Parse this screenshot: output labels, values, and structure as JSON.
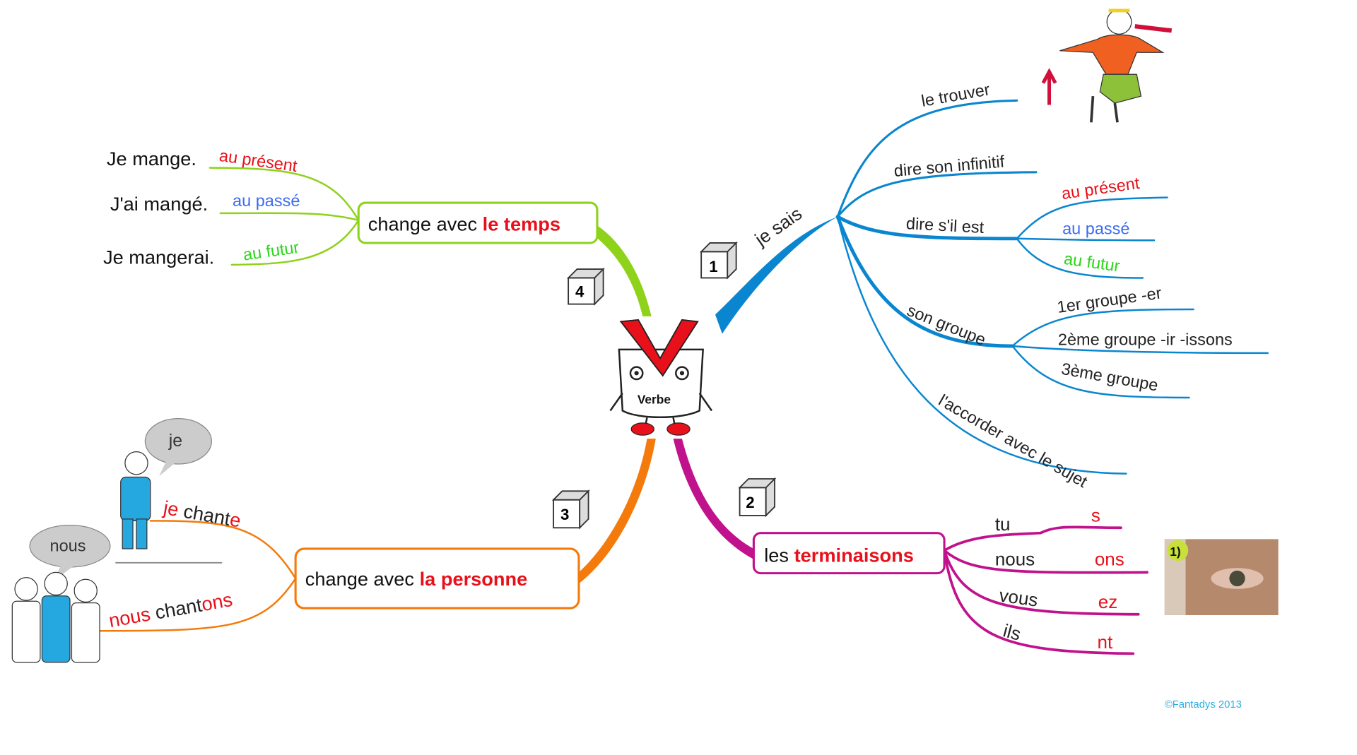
{
  "center": {
    "label": "Verbe"
  },
  "colors": {
    "blue": "#0a86d0",
    "magenta": "#c0128c",
    "orange": "#f47a0c",
    "green": "#8ed21a",
    "red": "#e8101a",
    "passe": "#3c6cf0",
    "futur": "#2bd61a"
  },
  "branch1": {
    "number": "1",
    "label": "je sais",
    "items": {
      "trouver": "le trouver",
      "infinitif": "dire son infinitif",
      "est": "dire s'il est",
      "present": "au présent",
      "passe": "au passé",
      "futur": "au futur",
      "groupe": "son groupe",
      "g1": "1er groupe -er",
      "g2": "2ème groupe -ir -issons",
      "g3": "3ème groupe",
      "accorder": "l'accorder avec le sujet"
    }
  },
  "branch2": {
    "number": "2",
    "label_a": "les ",
    "label_b": "terminaisons",
    "rows": [
      {
        "pronoun": "tu",
        "ending": "s"
      },
      {
        "pronoun": "nous",
        "ending": "ons"
      },
      {
        "pronoun": "vous",
        "ending": "ez"
      },
      {
        "pronoun": "ils",
        "ending": "nt"
      }
    ],
    "photo_badge": "1)"
  },
  "branch3": {
    "number": "3",
    "label_a": "change avec ",
    "label_b": "la personne",
    "je_a": "je",
    "je_b": " chant",
    "je_c": "e",
    "nous_a": "nous",
    "nous_b": " chant",
    "nous_c": "ons",
    "bubble_je": "je",
    "bubble_nous": "nous"
  },
  "branch4": {
    "number": "4",
    "label_a": "change avec ",
    "label_b": "le temps",
    "rows": [
      {
        "sentence": "Je mange.",
        "tense": "au présent"
      },
      {
        "sentence": "J'ai mangé.",
        "tense": "au passé"
      },
      {
        "sentence": "Je mangerai.",
        "tense": "au futur"
      }
    ]
  },
  "copyright": "©Fantadys 2013"
}
